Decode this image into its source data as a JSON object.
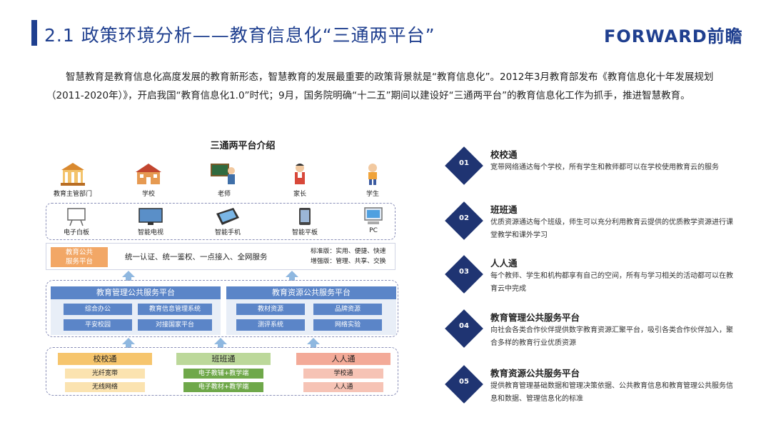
{
  "header": {
    "title": "2.1 政策环境分析——教育信息化“三通两平台”",
    "logo": "FORWARD前瞻"
  },
  "intro": "智慧教育是教育信息化高度发展的教育新形态，智慧教育的发展最重要的政策背景就是“教育信息化”。2012年3月教育部发布《教育信息化十年发展规划（2011-2020年）》，开启我国“教育信息化1.0”时代；9月，国务院明确“十二五”期间以建设好“三通两平台”的教育信息化工作为抓手，推进智慧教育。",
  "diagram": {
    "title": "三通两平台介绍",
    "people": [
      "教育主管部门",
      "学校",
      "老师",
      "家长",
      "学生"
    ],
    "devices": [
      "电子白板",
      "智能电视",
      "智能手机",
      "智能平板",
      "PC"
    ],
    "platform_row": {
      "tag": "教育公共\n服务平台",
      "middle": "统一认证、统一鉴权、一点接入、全网服务",
      "right_line1": "标准版：实用、便捷、快速",
      "right_line2": "增强版：管理、共享、交换"
    },
    "panels": [
      {
        "title": "教育管理公共服务平台",
        "cells": [
          "综合办公",
          "教育信息管理系统",
          "平安校园",
          "对接国家平台"
        ]
      },
      {
        "title": "教育资源公共服务平台",
        "cells": [
          "教材资源",
          "品牌资源",
          "测评系统",
          "网络实验"
        ]
      }
    ],
    "columns": [
      {
        "title": "校校通",
        "cells": [
          "光纤宽带",
          "无线网络"
        ]
      },
      {
        "title": "班班通",
        "cells": [
          "电子教辅+教学端",
          "电子教材+教学端"
        ]
      },
      {
        "title": "人人通",
        "cells": [
          "学校通",
          "人人通"
        ]
      }
    ]
  },
  "items": [
    {
      "num": "01",
      "title": "校校通",
      "text": "宽带网络通达每个学校，所有学生和教师都可以在学校使用教育云的服务"
    },
    {
      "num": "02",
      "title": "班班通",
      "text": "优质资源通达每个班级，师生可以充分利用教育云提供的优质教学资源进行课堂教学和课外学习"
    },
    {
      "num": "03",
      "title": "人人通",
      "text": "每个教师、学生和机构都享有自己的空间，所有与学习相关的活动都可以在教育云中完成"
    },
    {
      "num": "04",
      "title": "教育管理公共服务平台",
      "text": "向社会各类合作伙伴提供数字教育资源汇聚平台，吸引各类合作伙伴加入，聚合多样的教育行业优质资源"
    },
    {
      "num": "05",
      "title": "教育资源公共服务平台",
      "text": "提供教育管理基础数据和管理决策依据、公共教育信息和教育管理公共服务信息和数据、管理信息化的标准"
    }
  ]
}
